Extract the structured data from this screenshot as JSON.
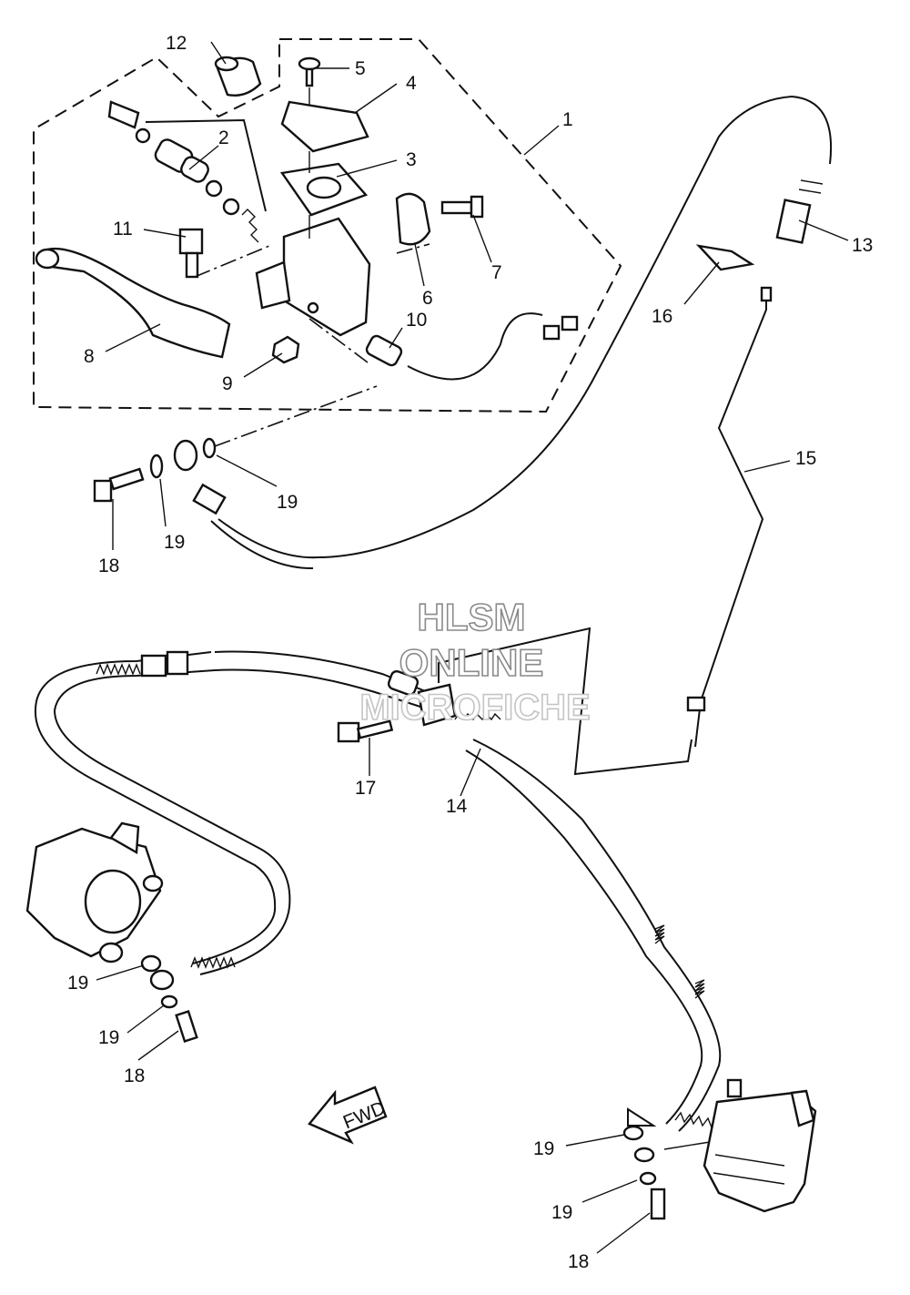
{
  "watermark": {
    "line1": "HLSM",
    "line2": "ONLINE",
    "line3": "MICROFICHE"
  },
  "fwd_label": "FWD",
  "callouts": [
    {
      "id": "c1",
      "text": "1"
    },
    {
      "id": "c2",
      "text": "2"
    },
    {
      "id": "c3",
      "text": "3"
    },
    {
      "id": "c4",
      "text": "4"
    },
    {
      "id": "c5",
      "text": "5"
    },
    {
      "id": "c6",
      "text": "6"
    },
    {
      "id": "c7",
      "text": "7"
    },
    {
      "id": "c8",
      "text": "8"
    },
    {
      "id": "c9",
      "text": "9"
    },
    {
      "id": "c10",
      "text": "10"
    },
    {
      "id": "c11",
      "text": "11"
    },
    {
      "id": "c12",
      "text": "12"
    },
    {
      "id": "c13",
      "text": "13"
    },
    {
      "id": "c14",
      "text": "14"
    },
    {
      "id": "c15",
      "text": "15"
    },
    {
      "id": "c16",
      "text": "16"
    },
    {
      "id": "c17",
      "text": "17"
    },
    {
      "id": "c18a",
      "text": "18"
    },
    {
      "id": "c19a",
      "text": "19"
    },
    {
      "id": "c19b",
      "text": "19"
    },
    {
      "id": "c19c",
      "text": "19"
    },
    {
      "id": "c19d",
      "text": "19"
    },
    {
      "id": "c18b",
      "text": "18"
    },
    {
      "id": "c19e",
      "text": "19"
    },
    {
      "id": "c19f",
      "text": "19"
    },
    {
      "id": "c18c",
      "text": "18"
    }
  ]
}
